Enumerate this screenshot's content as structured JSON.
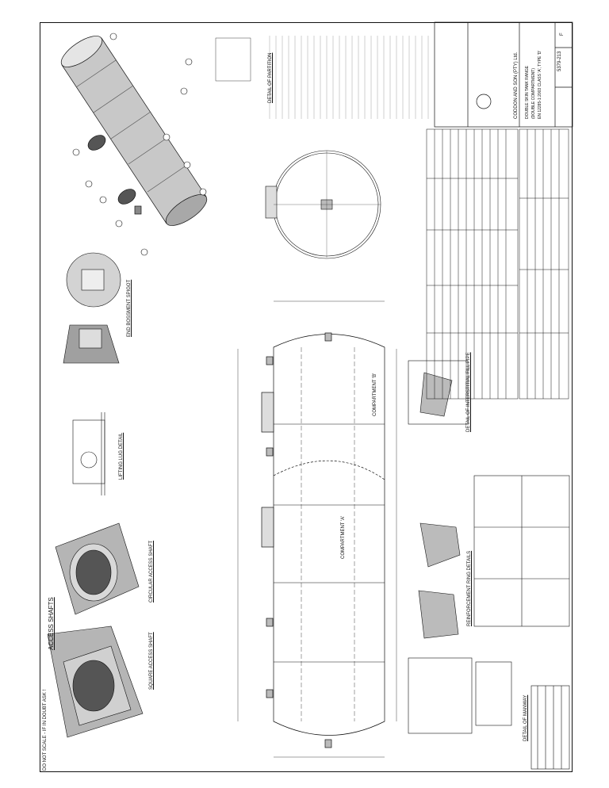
{
  "sheet": {
    "scale_note": "DO NOT SCALE - IF IN DOUBT ASK !",
    "section_title": "ACCESS SHAFTS",
    "compartment_b": "COMPARTMENT 'B'",
    "compartment_a": "COMPARTMENT 'A'"
  },
  "details": {
    "square_shaft": "SQUARE ACCESS SHAFT",
    "circular_shaft": "CIRCULAR ACCESS SHAFT",
    "lifting_lug": "LIFTING LUG DETAIL",
    "end_bossment": "END BOSSMENT SPIGOT",
    "reinforcement_ring": "REINFORCEMENT RING DETAILS",
    "interstitial_fill": "DETAIL OF INTERSTITIAL FILL PIPE",
    "manway": "DETAIL OF MANWAY",
    "partition": "DETAIL OF PARTITION"
  },
  "title_block": {
    "company": "CODDON AND SON (PTY) Ltd.",
    "desc_line1": "DOUBLE SKIN TANK RANGE",
    "desc_line2": "(DOUBLE COMPARTMENT)",
    "desc_line3": "EN 12285-1:2003 CLASS 'A', TYPE 'D'",
    "drawing_no": "5379-213",
    "revision": "F"
  },
  "colors": {
    "line": "#111111",
    "shade": "#b9b9b9",
    "dark_shade": "#6a6a6a"
  }
}
